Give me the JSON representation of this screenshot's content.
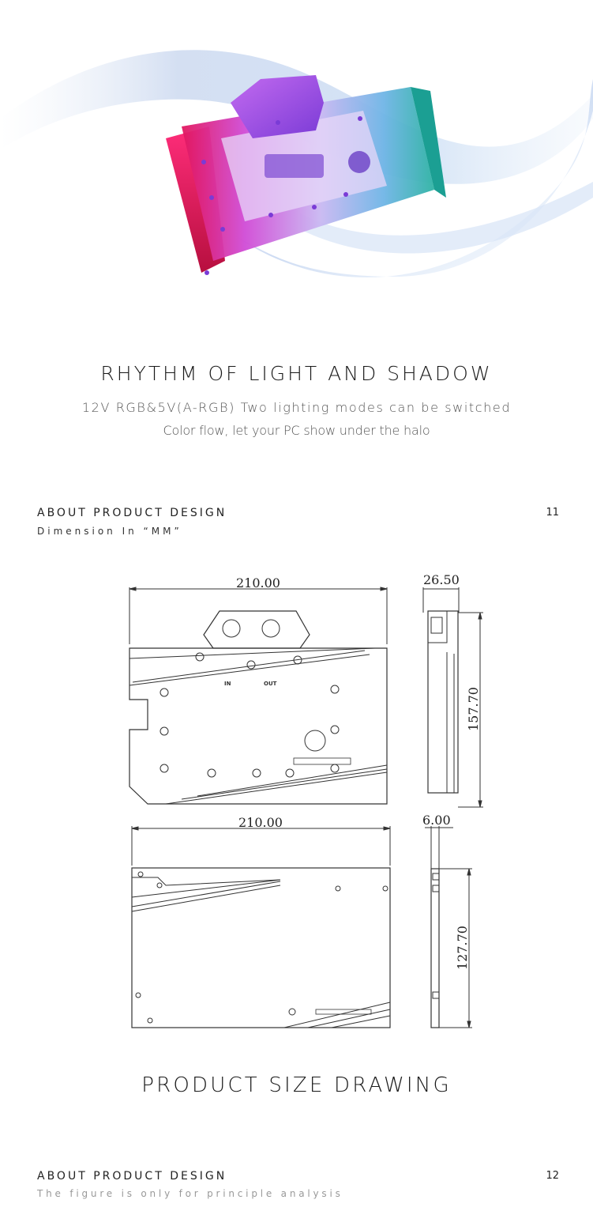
{
  "hero": {
    "image_icon": "gpu-water-block-image"
  },
  "headline": {
    "title": "RHYTHM OF LIGHT AND SHADOW",
    "line1": "12V RGB&5V(A-RGB) Two lighting modes can be switched",
    "line2": "Color flow, let your PC show under the halo"
  },
  "section1": {
    "title": "ABOUT PRODUCT DESIGN",
    "subtitle": "Dimension In “MM”",
    "page": "11"
  },
  "drawing": {
    "front_width": "210.00",
    "side_depth": "26.50",
    "side_height": "157.70",
    "back_width": "210.00",
    "back_depth": "6.00",
    "back_height": "127.70",
    "in_label": "IN",
    "out_label": "OUT"
  },
  "drawing_title": "PRODUCT SIZE DRAWING",
  "section2": {
    "title": "ABOUT PRODUCT DESIGN",
    "subtitle": "The figure is only for principle analysis",
    "page": "12"
  }
}
